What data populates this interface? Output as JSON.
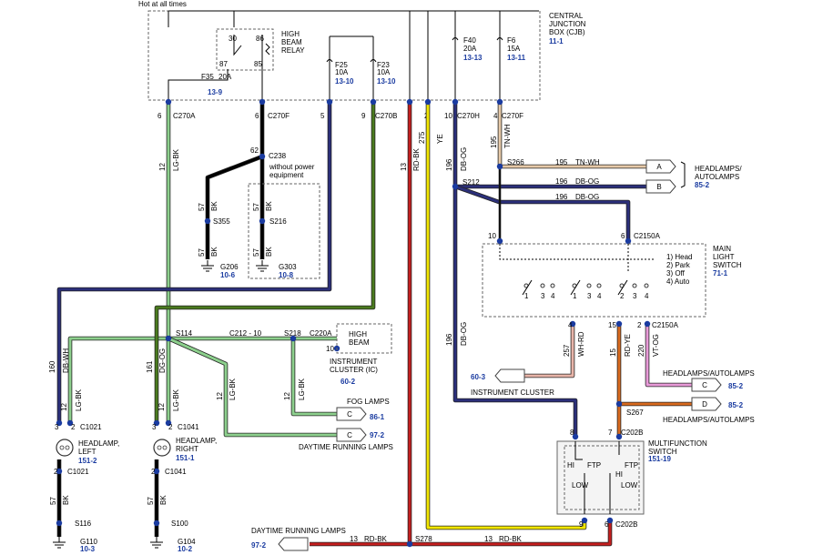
{
  "hot_label": "Hot at all times",
  "cjb": {
    "title": "CENTRAL\nJUNCTION\nBOX (CJB)",
    "ref": "11-1"
  },
  "relay": {
    "title": "HIGH\nBEAM\nRELAY",
    "p30": "30",
    "p86": "86",
    "p87": "87",
    "p85": "85"
  },
  "fuses": [
    {
      "name": "F35",
      "amp": "20A",
      "ref": "13-9"
    },
    {
      "name": "F25",
      "amp": "10A",
      "ref": "13-10"
    },
    {
      "name": "F23",
      "amp": "10A",
      "ref": "13-10"
    },
    {
      "name": "F40",
      "amp": "20A",
      "ref": "13-13"
    },
    {
      "name": "F6",
      "amp": "15A",
      "ref": "13-11"
    }
  ],
  "connectors": {
    "c270a": "C270A",
    "c270f": "C270F",
    "c270b": "C270B",
    "c270h": "C270H",
    "c270f2": "C270F",
    "c238": "C238",
    "c2150a": "C2150A",
    "c2150a2": "C2150A",
    "c220a": "C220A",
    "c1021": "C1021",
    "c1041": "C1041",
    "c1021b": "C1021",
    "c1041b": "C1041",
    "c202b": "C202B",
    "c202b2": "C202B"
  },
  "splices": {
    "s355": "S355",
    "s216": "S216",
    "s266": "S266",
    "s212": "S212",
    "s114": "S114",
    "s218": "S218",
    "s267": "S267",
    "s116": "S116",
    "s100": "S100",
    "s278": "S278"
  },
  "grounds": [
    {
      "name": "G206",
      "ref": "10-6"
    },
    {
      "name": "G303",
      "ref": "10-8"
    },
    {
      "name": "G110",
      "ref": "10-3"
    },
    {
      "name": "G104",
      "ref": "10-2"
    }
  ],
  "pins": {
    "p6a": "6",
    "p6f": "6",
    "p5": "5",
    "p9": "9",
    "p2": "2",
    "p10": "10",
    "p4": "4",
    "p10b": "10",
    "p6c": "6",
    "p4b": "4",
    "p15": "15",
    "p2b": "2",
    "p3a": "3",
    "p3b": "3",
    "p8": "8",
    "p7": "7",
    "p9b": "9",
    "p6d": "6",
    "p2c": "2",
    "p2d": "2",
    "p10c": "10",
    "p62": "62"
  },
  "wires": {
    "w12a": "12",
    "w12b": "12",
    "w12c": "12",
    "w12d": "12",
    "w57a": "57",
    "w57b": "57",
    "w57c": "57",
    "w57d": "57",
    "w57e": "57",
    "w57f": "57",
    "w13": "13",
    "w275": "275",
    "w196": "196",
    "w195": "195",
    "w195b": "195",
    "w196b": "196",
    "w196c": "196",
    "w196d": "196",
    "w160": "160",
    "w161": "161",
    "w257": "257",
    "w15": "15",
    "w220": "220",
    "w13b": "13",
    "w13c": "13",
    "w212": "C212 - 10",
    "lgbk": "LG-BK",
    "bk": "BK",
    "rdbk": "RD-BK",
    "ye": "YE",
    "dbog": "DB-OG",
    "tnwh": "TN-WH",
    "dbwh": "DB-WH",
    "dgog": "DG-OG",
    "whrd": "WH-RD",
    "rdye": "RD-YE",
    "vtog": "VT-OG"
  },
  "labels": {
    "without_power": "without power\nequipment",
    "headlamps_auto": "HEADLAMPS/\nAUTOLAMPS",
    "headlamps_auto_ref": "85-2",
    "main_switch": "MAIN\nLIGHT\nSWITCH",
    "main_switch_ref": "71-1",
    "switch_pos": "1) Head\n2) Park\n3) Off\n4) Auto",
    "high_beam": "HIGH\nBEAM",
    "cluster": "INSTRUMENT\nCLUSTER (IC)",
    "cluster_ref": "60-2",
    "fog": "FOG LAMPS",
    "fog_ref": "86-1",
    "drl_ref": "97-2",
    "drl": "DAYTIME RUNNING LAMPS",
    "ic2_ref": "60-3",
    "ic2": "INSTRUMENT CLUSTER",
    "ha_c": "HEADLAMPS/AUTOLAMPS",
    "ha_c_ref": "85-2",
    "ha_d": "HEADLAMPS/AUTOLAMPS",
    "ha_d_ref": "85-2",
    "hl_left": "HEADLAMP,\nLEFT",
    "hl_left_ref": "151-2",
    "hl_right": "HEADLAMP,\nRIGHT",
    "hl_right_ref": "151-1",
    "mfs": "MULTIFUNCTION\nSWITCH",
    "mfs_ref": "151-19",
    "drl2": "DAYTIME RUNNING LAMPS",
    "drl2_ref": "97-2",
    "hi": "HI",
    "low": "LOW",
    "ftp": "FTP",
    "ftp2": "FTP",
    "hi2": "HI",
    "low2": "LOW",
    "conn_a": "A",
    "conn_b": "B",
    "conn_c": "C",
    "conn_d": "D",
    "sw1": "1",
    "sw3": "3",
    "sw4": "4",
    "sw1b": "1",
    "sw3b": "3",
    "sw4b": "4",
    "sw2": "2",
    "sw3c": "3",
    "sw4c": "4",
    "sw2b": "2",
    "sw1c": "1"
  },
  "colors": {
    "lgbk": "#8dd08d",
    "bk": "#000000",
    "rdbk": "#c41e1e",
    "ye": "#f2e600",
    "dbog": "#2b2f7a",
    "tnwh": "#e6c9a8",
    "dgog": "#4a7a1e",
    "whrd": "#e8b4a8",
    "rdye": "#d96a1e",
    "vtog": "#e89ad8",
    "box": "#777777",
    "label": "#1a3ba0"
  }
}
